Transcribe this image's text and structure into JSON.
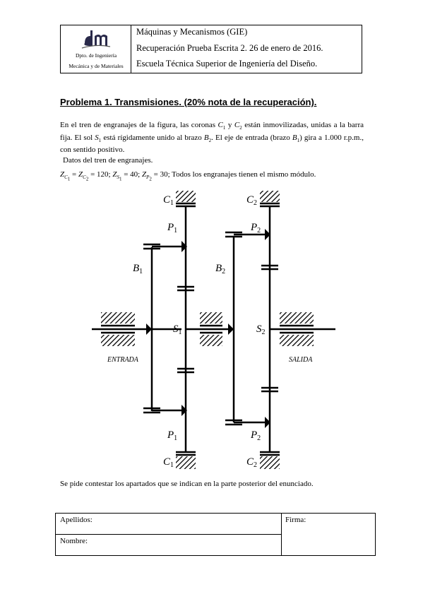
{
  "header": {
    "logo_text": "dm",
    "dept_line1": "Dpto. de Ingeniería",
    "dept_line2": "Mecánica  y de Materiales",
    "line1": "Máquinas y Mecanismos (GIE)",
    "line2": "Recuperación Prueba Escrita 2. 26 de enero de 2016.",
    "line3": "Escuela Técnica Superior de Ingeniería del Diseño."
  },
  "problem_title": "Problema 1. Transmisiones. (20% nota de la recuperación).",
  "statement": {
    "p1": "En el tren de engranajes de la figura, las coronas ",
    "c1": "C",
    "c1_sub": "1",
    "p2": " y ",
    "c2": "C",
    "c2_sub": "2",
    "p3": " están inmovilizadas, unidas a la barra fija. El sol ",
    "s1": "S",
    "s1_sub": "1",
    "p4": " está rígidamente unido al brazo ",
    "b2": "B",
    "b2_sub": "2",
    "p5": ". El eje de entrada (brazo ",
    "b1": "B",
    "b1_sub": "1",
    "p6": ") gira a 1.000 r.p.m., con sentido positivo."
  },
  "datos_label": "Datos del tren de engranajes.",
  "z_line": {
    "zc1": "Z",
    "zc1_sub": "C",
    "zc1_subsub": "1",
    "eq1": " = ",
    "zc2": "Z",
    "zc2_sub": "C",
    "zc2_subsub": "2",
    "eq2": " = 120; ",
    "zs1": "Z",
    "zs1_sub": "S",
    "zs1_subsub": "1",
    "eq3": " = 40; ",
    "zp2": "Z",
    "zp2_sub": "P",
    "zp2_subsub": "2",
    "eq4": " = 30;  Todos los engranajes tienen el mismo módulo."
  },
  "diagram": {
    "labels": {
      "c1_top": "C",
      "c1_top_sub": "1",
      "c2_top": "C",
      "c2_top_sub": "2",
      "p1_top": "P",
      "p1_top_sub": "1",
      "p2_top": "P",
      "p2_top_sub": "2",
      "b1": "B",
      "b1_sub": "1",
      "b2": "B",
      "b2_sub": "2",
      "s1": "S",
      "s1_sub": "1",
      "s2": "S",
      "s2_sub": "2",
      "entrada": "ENTRADA",
      "salida": "SALIDA",
      "p1_bot": "P",
      "p1_bot_sub": "1",
      "p2_bot": "P",
      "p2_bot_sub": "2",
      "c1_bot": "C",
      "c1_bot_sub": "1",
      "c2_bot": "C",
      "c2_bot_sub": "2"
    }
  },
  "request_text": "Se pide contestar los apartados que se indican en la parte posterior del enunciado.",
  "form": {
    "apellidos": "Apellidos:",
    "nombre": "Nombre:",
    "firma": "Firma:"
  }
}
